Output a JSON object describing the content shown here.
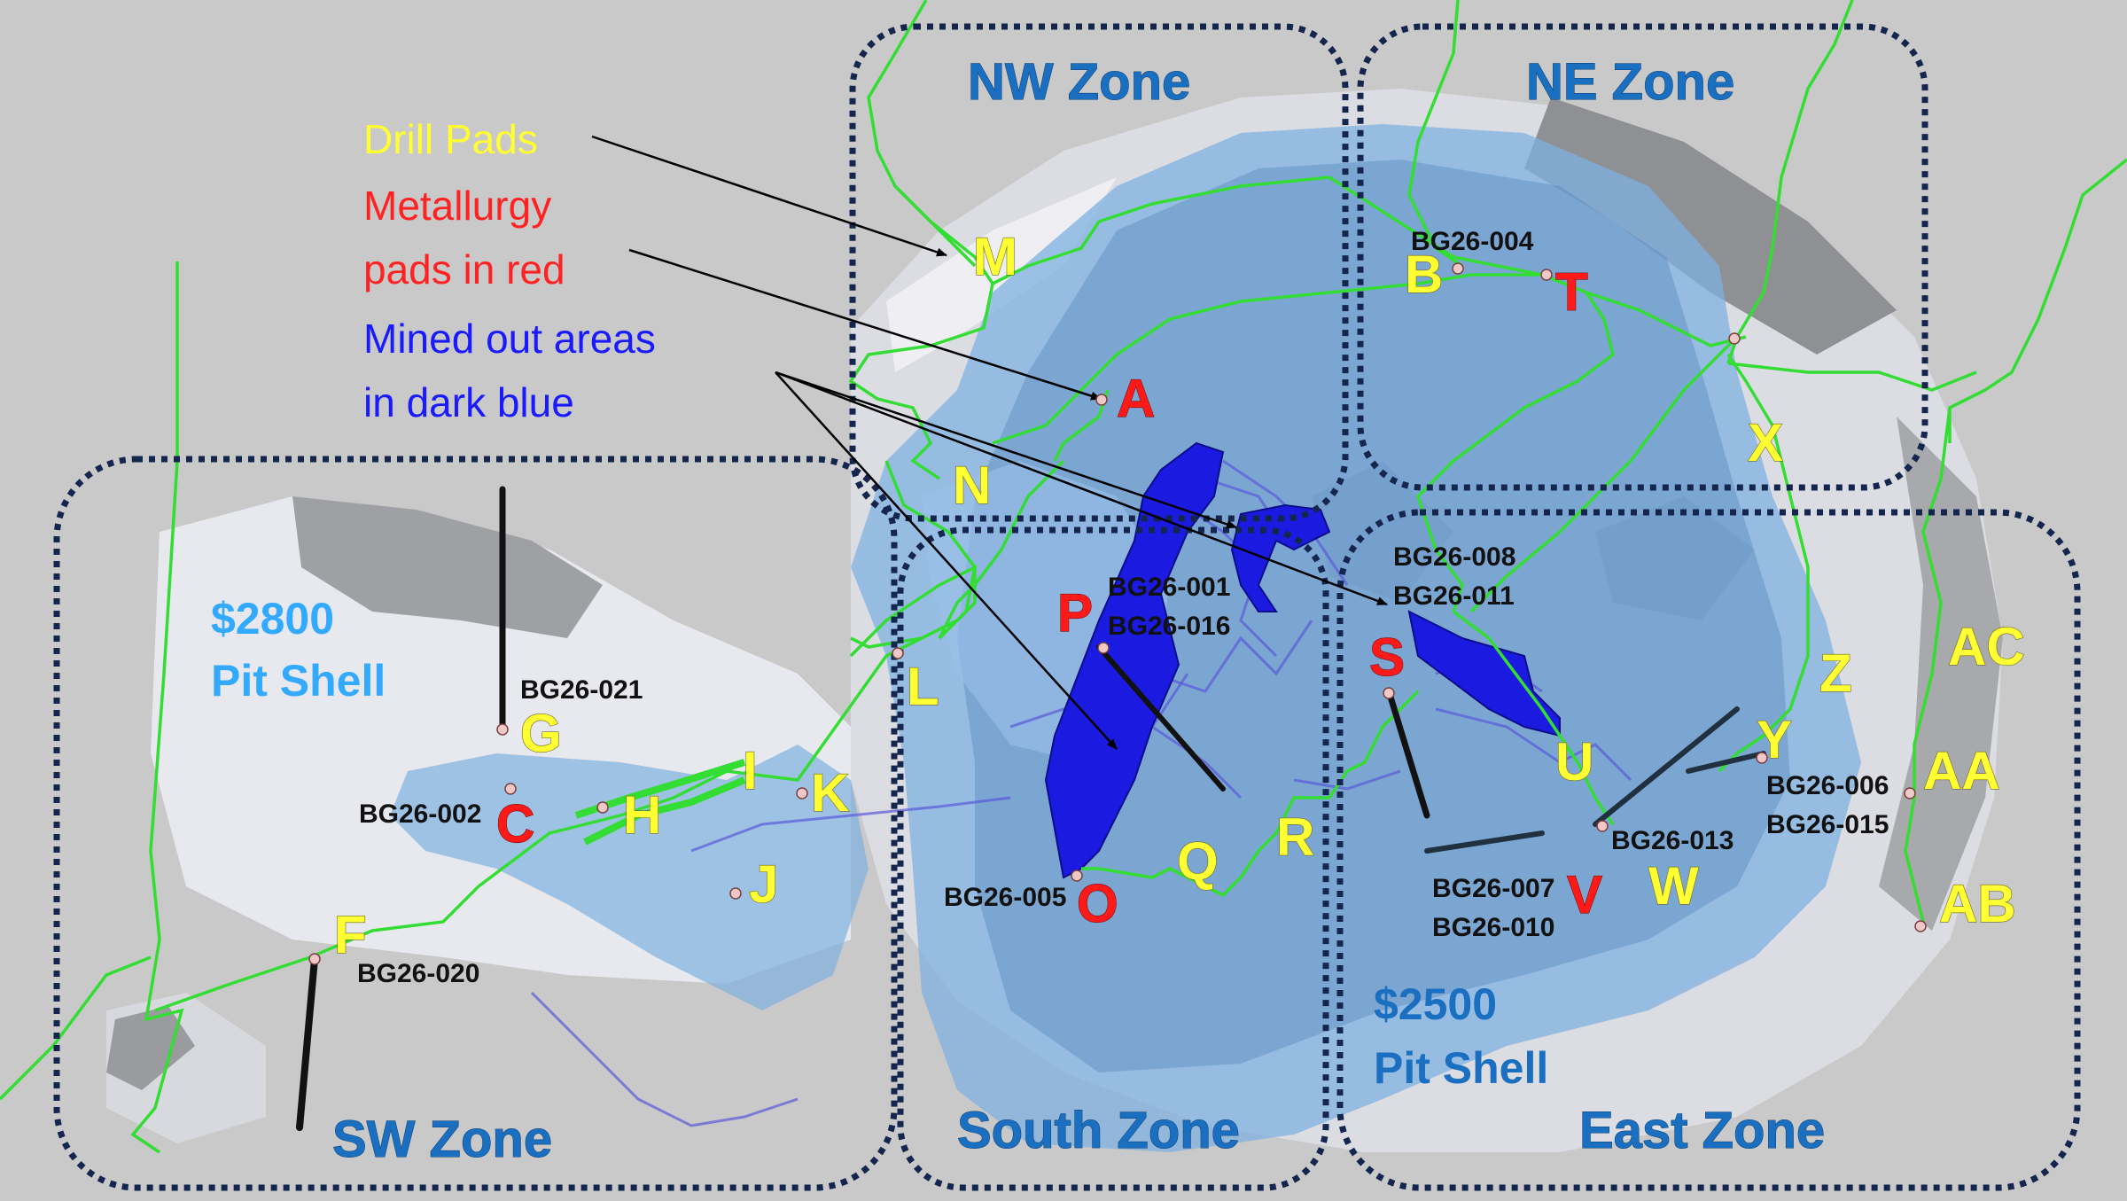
{
  "colors": {
    "background": "#c9c9c9",
    "zone_border": "#14264d",
    "zone_label": "#1a6fc0",
    "drill_pad": "#ffff33",
    "metallurgy_pad": "#ff1a1a",
    "mined_out": "#1a1aff",
    "road": "#33dd33"
  },
  "legend": {
    "drill_pads": "Drill Pads",
    "metallurgy_line1": "Metallurgy",
    "metallurgy_line2": "pads in red",
    "mined_line1": "Mined out areas",
    "mined_line2": "in dark blue"
  },
  "pit_shells": {
    "sw_line1": "$2800",
    "sw_line2": "Pit Shell",
    "east_line1": "$2500",
    "east_line2": "Pit Shell"
  },
  "zones": {
    "nw": "NW Zone",
    "ne": "NE Zone",
    "sw": "SW Zone",
    "south": "South Zone",
    "east": "East Zone"
  },
  "pads": {
    "M": "M",
    "A": "A",
    "B": "B",
    "T": "T",
    "N": "N",
    "X": "X",
    "P": "P",
    "S": "S",
    "G": "G",
    "C": "C",
    "H": "H",
    "I": "I",
    "K": "K",
    "J": "J",
    "L": "L",
    "F": "F",
    "O": "O",
    "Q": "Q",
    "R": "R",
    "U": "U",
    "V": "V",
    "W": "W",
    "Y": "Y",
    "Z": "Z",
    "AC": "AC",
    "AA": "AA",
    "AB": "AB"
  },
  "holes": {
    "bg26_004": "BG26-004",
    "bg26_001": "BG26-001",
    "bg26_016": "BG26-016",
    "bg26_008": "BG26-008",
    "bg26_011": "BG26-011",
    "bg26_021": "BG26-021",
    "bg26_002": "BG26-002",
    "bg26_020": "BG26-020",
    "bg26_005": "BG26-005",
    "bg26_013": "BG26-013",
    "bg26_007": "BG26-007",
    "bg26_010": "BG26-010",
    "bg26_006": "BG26-006",
    "bg26_015": "BG26-015"
  }
}
